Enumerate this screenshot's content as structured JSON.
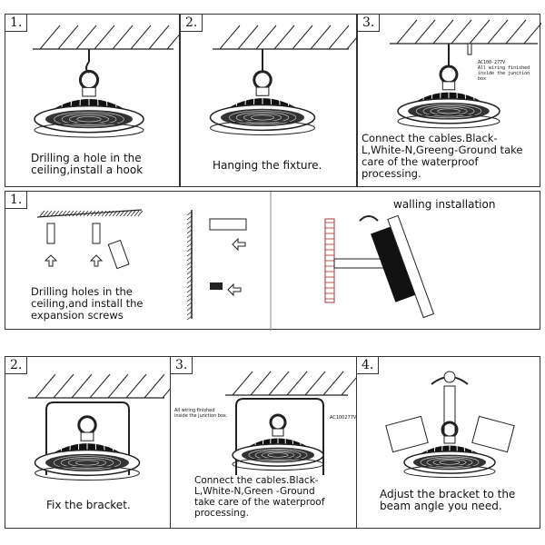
{
  "top_steps": [
    {
      "num": "1.",
      "caption": "Drilling a hole in the ceiling,install a hook"
    },
    {
      "num": "2.",
      "caption": "Hanging the fixture."
    },
    {
      "num": "3.",
      "caption": "Connect the cables.Black-L,White-N,Greeng-Ground take care of the waterproof processing.",
      "note_voltage": "AC100-277V",
      "note": "All wiring finished inside the junction box"
    }
  ],
  "middle": {
    "num": "1.",
    "caption": "Drilling holes in the ceiling,and install the expansion screws",
    "wall_title": "walling installation"
  },
  "bottom_steps": [
    {
      "num": "2.",
      "caption": "Fix the bracket."
    },
    {
      "num": "3.",
      "caption": "Connect the cables.Black-L,White-N,Green -Ground take care of the waterproof processing.",
      "note": "All wiring finished inside the junction box.",
      "note_voltage": "AC100277V"
    },
    {
      "num": "4.",
      "caption": "Adjust the bracket to the beam angle you need."
    }
  ]
}
